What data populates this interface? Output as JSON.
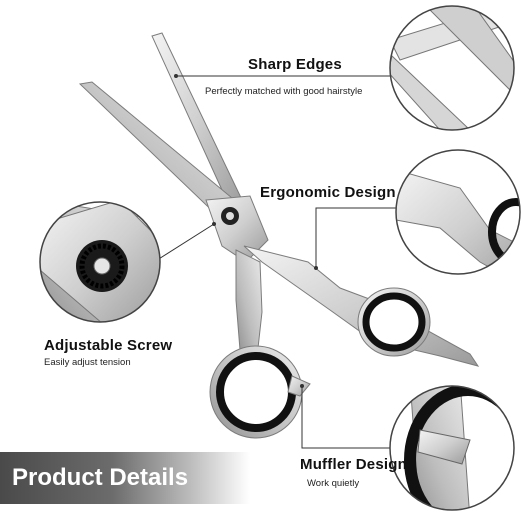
{
  "features": {
    "sharp_edges": {
      "title": "Sharp Edges",
      "desc": "Perfectly matched with good hairstyle"
    },
    "ergonomic_design": {
      "title": "Ergonomic Design"
    },
    "adjustable_screw": {
      "title": "Adjustable Screw",
      "desc": "Easily adjust tension"
    },
    "muffler_design": {
      "title": "Muffler Design",
      "desc": "Work quietly"
    }
  },
  "banner": {
    "title": "Product Details"
  },
  "colors": {
    "steel": "#cfcfcf",
    "steel_dark": "#8c8c8c",
    "ring": "#111111",
    "text": "#111111"
  }
}
